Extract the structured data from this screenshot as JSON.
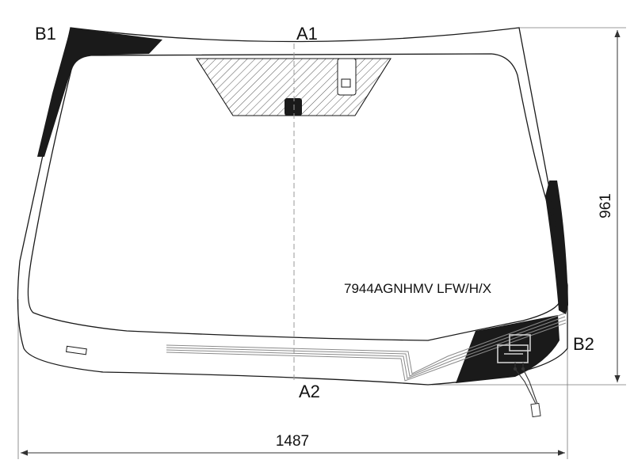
{
  "markers": {
    "a1": "A1",
    "a2": "A2",
    "b1": "B1",
    "b2": "B2"
  },
  "product_code": "7944AGNHMV LFW/H/X",
  "dimensions": {
    "width": "1487",
    "height": "961"
  },
  "colors": {
    "outline": "#1a1a1a",
    "ceramic_band": "#1a1a1a",
    "hatch": "#555555",
    "center_line": "#999999",
    "dimension_line": "#666666"
  }
}
